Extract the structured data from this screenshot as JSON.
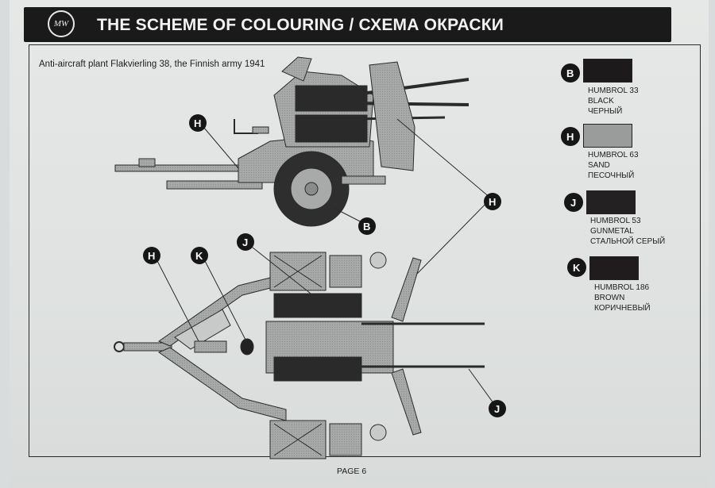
{
  "header": {
    "logo": "MW",
    "title": "THE SCHEME OF COLOURING / СХЕМА ОКРАСКИ"
  },
  "caption": "Anti-aircraft plant Flakvierling 38, the Finnish army 1941",
  "diagram_badges": [
    "H",
    "B",
    "H",
    "J",
    "H",
    "K",
    "J"
  ],
  "legend": [
    {
      "letter": "B",
      "color": "#1c1a1b",
      "lines": [
        "HUMBROL 33",
        "BLACK",
        "ЧЕРНЫЙ"
      ]
    },
    {
      "letter": "H",
      "color": "#9a9c9b",
      "lines": [
        "HUMBROL 63",
        "SAND",
        "ПЕСОЧНЫЙ"
      ]
    },
    {
      "letter": "J",
      "color": "#242123",
      "lines": [
        "HUMBROL 53",
        "GUNMETAL",
        "СТАЛЬНОЙ СЕРЫЙ"
      ]
    },
    {
      "letter": "K",
      "color": "#201c1d",
      "lines": [
        "HUMBROL 186",
        "BROWN",
        "КОРИЧНЕВЫЙ"
      ]
    }
  ],
  "footer": {
    "page": "PAGE 6"
  }
}
